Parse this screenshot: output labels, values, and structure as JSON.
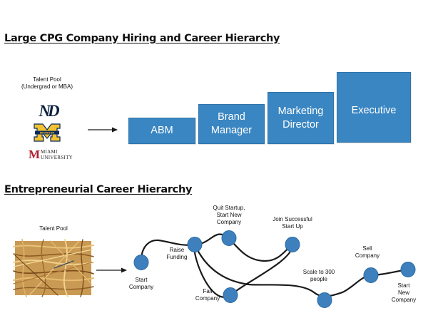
{
  "cpg": {
    "title": "Large CPG Company Hiring and Career Hierarchy",
    "talent_pool_label": "Talent Pool\n(Undergrad or MBA)",
    "logos": {
      "notre_dame": "ND",
      "michigan": "MICHIGAN",
      "miami_mark": "M",
      "miami_text": "MIAMI\nUNIVERSITY"
    },
    "steps": [
      "ABM",
      "Brand\nManager",
      "Marketing\nDirector",
      "Executive"
    ]
  },
  "entre": {
    "title": "Entrepreneurial Career Hierarchy",
    "talent_pool_label": "Talent Pool",
    "nodes": [
      "Start\nCompany",
      "Raise\nFunding",
      "Quit Startup,\nStart New\nCompany",
      "Fail\nCompany",
      "Join Successful\nStart Up",
      "Scale to 300\npeople",
      "Sell\nCompany",
      "Start\nNew\nCompany"
    ]
  },
  "colors": {
    "box_blue": "#3a86c2",
    "node_blue": "#3d80bd",
    "line_dark": "#1a1a1a"
  }
}
